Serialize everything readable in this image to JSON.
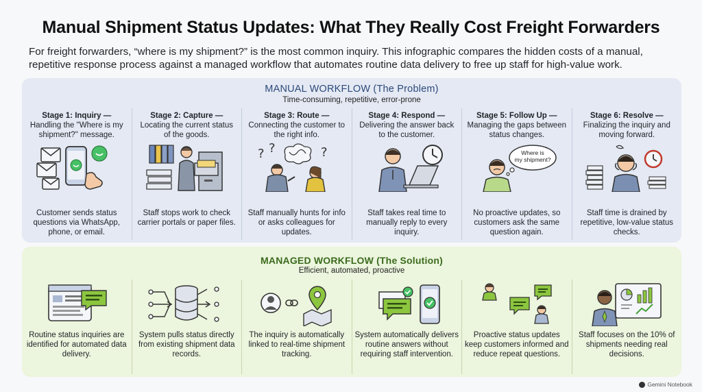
{
  "header": {
    "title": "Manual Shipment Status Updates: What They Really Cost Freight Forwarders",
    "subtitle": "For freight forwarders, “where is my shipment?” is the most common inquiry. This infographic compares the hidden costs of a manual, repetitive response process against a managed workflow that automates routine data delivery to free up staff for high-value work."
  },
  "manual": {
    "title": "MANUAL WORKFLOW (The Problem)",
    "subtitle": "Time-consuming, repetitive, error-prone",
    "stages": [
      {
        "label": "Stage 1: Inquiry —",
        "head": "Handling the \"Where is my shipment?\" message.",
        "desc": "Customer sends status questions via WhatsApp, phone, or email.",
        "icon": "messages-phone-icon"
      },
      {
        "label": "Stage 2: Capture —",
        "head": "Locating the current status of the goods.",
        "desc": "Staff stops work to check carrier portals or paper files.",
        "icon": "filing-cabinet-icon"
      },
      {
        "label": "Stage 3: Route —",
        "head": "Connecting the customer to the right info.",
        "desc": "Staff manually hunts for info or asks colleagues for updates.",
        "icon": "confused-colleagues-icon"
      },
      {
        "label": "Stage 4: Respond —",
        "head": "Delivering the answer back to the customer.",
        "desc": "Staff takes real time to manually reply to every inquiry.",
        "icon": "staff-laptop-clock-icon"
      },
      {
        "label": "Stage 5: Follow Up —",
        "head": "Managing the gaps between status changes.",
        "desc": "No proactive updates, so customers ask the same question again.",
        "icon": "customer-thought-icon"
      },
      {
        "label": "Stage 6: Resolve —",
        "head": "Finalizing the inquiry and moving forward.",
        "desc": "Staff time is drained by repetitive, low-value status checks.",
        "icon": "stressed-staff-icon"
      }
    ],
    "bubble_text": "Where is my shipment?"
  },
  "managed": {
    "title": "MANAGED WORKFLOW (The Solution)",
    "subtitle": "Efficient, automated, proactive",
    "stages": [
      {
        "desc": "Routine status inquiries are identified for automated data delivery.",
        "icon": "browser-chat-icon"
      },
      {
        "desc": "System pulls status directly from existing shipment data records.",
        "icon": "database-icon"
      },
      {
        "desc": "The inquiry is automatically linked to real-time shipment tracking.",
        "icon": "user-link-map-icon"
      },
      {
        "desc": "System automatically delivers routine answers without requiring staff intervention.",
        "icon": "auto-message-check-icon"
      },
      {
        "desc": "Proactive status updates keep customers informed and reduce repeat questions.",
        "icon": "proactive-chat-icon"
      },
      {
        "desc": "Staff focuses on the 10% of shipments needing real decisions.",
        "icon": "staff-dashboard-icon"
      }
    ]
  },
  "footer": {
    "brand": "Gemini Notebook"
  },
  "colors": {
    "manual_bg": "#e4e9f3",
    "managed_bg": "#ecf5dd",
    "manual_title": "#2d4a7a",
    "managed_title": "#3b6b1e",
    "accent_green": "#8cc63f"
  }
}
